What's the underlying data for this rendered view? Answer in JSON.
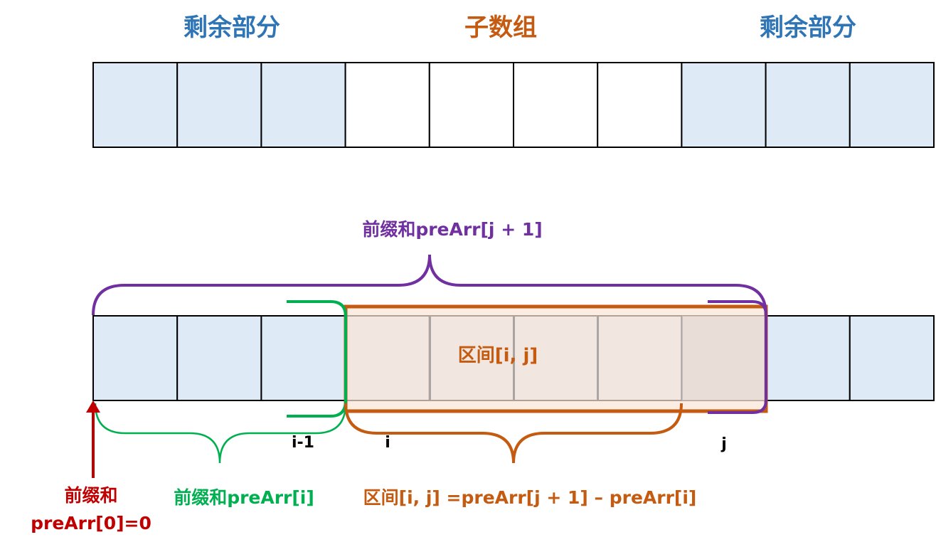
{
  "top": {
    "left_label": "剩余部分",
    "middle_label": "子数组",
    "right_label": "剩余部分"
  },
  "bottom": {
    "prefix_j1_label": "前缀和preArr[j + 1]",
    "interval_label": "区间[i, j]",
    "index_i_minus_1": "i-1",
    "index_i": "i",
    "index_j": "j",
    "prefix_zero_line1": "前缀和",
    "prefix_zero_line2": "preArr[0]=0",
    "prefix_i_label": "前缀和preArr[i]",
    "formula_label": "区间[i, j] =preArr[j + 1] – preArr[i]"
  },
  "colors": {
    "blue_text": "#2f75b5",
    "orange": "#c55a11",
    "purple": "#7030a0",
    "green": "#00b050",
    "red": "#c00000",
    "cell_fill": "#deebf7",
    "interval_fill": "#fbe5d6"
  },
  "cells": {
    "top_shaded": [
      true,
      true,
      true,
      false,
      false,
      false,
      false,
      true,
      true,
      true
    ],
    "bottom_shaded": [
      true,
      true,
      true,
      true,
      true,
      true,
      true,
      true,
      true,
      true
    ]
  }
}
